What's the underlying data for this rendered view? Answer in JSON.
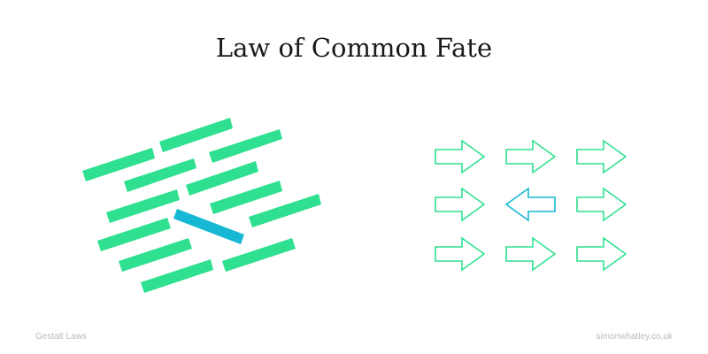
{
  "title": "Law of Common Fate",
  "footer": {
    "left": "Gestalt Laws",
    "right": "simonwhatley.co.uk"
  },
  "colors": {
    "green": "#2ee08f",
    "blue": "#16b8d4",
    "arrow_green": "#2ee08f",
    "arrow_blue": "#16b8d4"
  },
  "arrows": {
    "rows": [
      [
        "right",
        "right",
        "right"
      ],
      [
        "right",
        "left",
        "right"
      ],
      [
        "right",
        "right",
        "right"
      ]
    ],
    "odd_direction": "left"
  }
}
